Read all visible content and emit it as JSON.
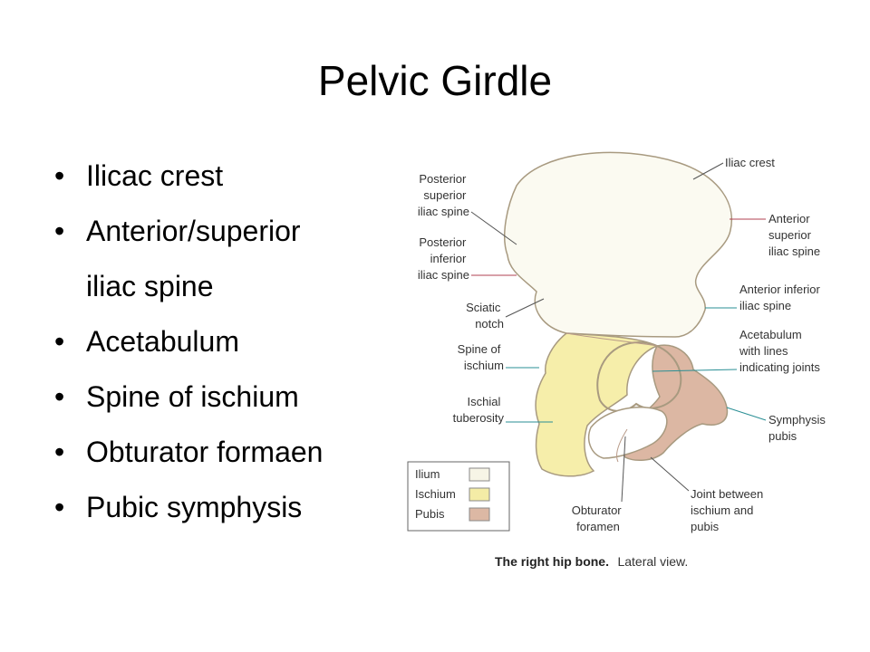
{
  "slide": {
    "title": "Pelvic Girdle",
    "bullets": [
      {
        "text": "Ilicac crest"
      },
      {
        "text": "Anterior/superior",
        "continuation": "iliac spine"
      },
      {
        "text": "Acetabulum"
      },
      {
        "text": "Spine of ischium"
      },
      {
        "text": "Obturator formaen"
      },
      {
        "text": "Pubic symphysis"
      }
    ]
  },
  "figure": {
    "labels": {
      "iliac_crest": "Iliac crest",
      "post_sup_iliac_spine": [
        "Posterior",
        "superior",
        "iliac spine"
      ],
      "post_inf_iliac_spine": [
        "Posterior",
        "inferior",
        "iliac spine"
      ],
      "ant_sup_iliac_spine": [
        "Anterior",
        "superior",
        "iliac spine"
      ],
      "ant_inf_iliac_spine": [
        "Anterior inferior",
        "iliac spine"
      ],
      "sciatic_notch": [
        "Sciatic",
        "notch"
      ],
      "spine_of_ischium": [
        "Spine of",
        "ischium"
      ],
      "acetabulum": [
        "Acetabulum",
        "with lines",
        "indicating joints"
      ],
      "ischial_tuberosity": [
        "Ischial",
        "tuberosity"
      ],
      "symphysis_pubis": [
        "Symphysis",
        "pubis"
      ],
      "obturator_foramen": [
        "Obturator",
        "foramen"
      ],
      "joint_ischium_pubis": [
        "Joint between",
        "ischium and",
        "pubis"
      ]
    },
    "legend": [
      {
        "label": "Ilium",
        "color": "#f7f5e6"
      },
      {
        "label": "Ischium",
        "color": "#f4eca6"
      },
      {
        "label": "Pubis",
        "color": "#dcb8a4"
      }
    ],
    "caption_bold": "The right hip bone.",
    "caption_normal": "Lateral view.",
    "colors": {
      "ilium": "#fbfaf1",
      "ischium": "#f6eeaa",
      "pubis": "#dcb7a3",
      "outline": "#a89a80",
      "leader_line": "#2a8f95"
    }
  }
}
